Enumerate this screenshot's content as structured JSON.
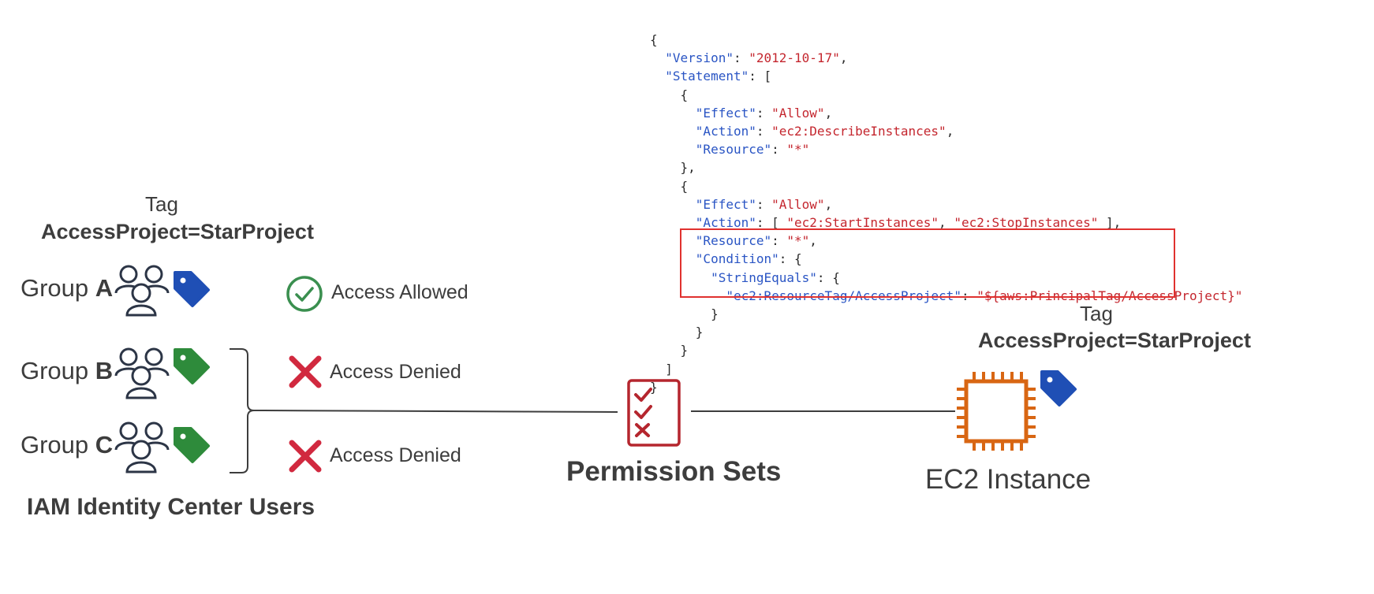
{
  "users_tag": {
    "title": "Tag",
    "value": "AccessProject=StarProject"
  },
  "instance_tag": {
    "title": "Tag",
    "value": "AccessProject=StarProject"
  },
  "groups": [
    {
      "prefix": "Group ",
      "letter": "A",
      "tag_color": "#1f4fb5",
      "status": "Access Allowed",
      "status_icon": "check-circle-icon"
    },
    {
      "prefix": "Group ",
      "letter": "B",
      "tag_color": "#2e8b3b",
      "status": "Access Denied",
      "status_icon": "cross-icon"
    },
    {
      "prefix": "Group ",
      "letter": "C",
      "tag_color": "#2e8b3b",
      "status": "Access Denied",
      "status_icon": "cross-icon"
    }
  ],
  "users_label": "IAM Identity Center Users",
  "permission_sets_label": "Permission Sets",
  "ec2_label": "EC2 Instance",
  "policy": {
    "open_brace": "{",
    "version_key": "\"Version\"",
    "version_value": "\"2012-10-17\"",
    "statement_key": "\"Statement\"",
    "s1_effect_key": "\"Effect\"",
    "s1_effect_value": "\"Allow\"",
    "s1_action_key": "\"Action\"",
    "s1_action_value": "\"ec2:DescribeInstances\"",
    "s1_resource_key": "\"Resource\"",
    "s1_resource_value": "\"*\"",
    "s2_effect_key": "\"Effect\"",
    "s2_effect_value": "\"Allow\"",
    "s2_action_key": "\"Action\"",
    "s2_action_value_1": "\"ec2:StartInstances\"",
    "s2_action_value_2": "\"ec2:StopInstances\"",
    "s2_resource_key": "\"Resource\"",
    "s2_resource_value": "\"*\"",
    "condition_key": "\"Condition\"",
    "string_equals_key": "\"StringEquals\"",
    "resource_tag_key": "\"ec2:ResourceTag/AccessProject\"",
    "principal_tag_value": "\"${aws:PrincipalTag/AccessProject}\""
  },
  "colors": {
    "allowed_green": "#3a8f4f",
    "denied_red": "#d1293f",
    "permission_red": "#b5262e",
    "ec2_orange": "#d86613",
    "condition_box": "#e0312f",
    "group_blue_tag": "#1f4fb5",
    "group_green_tag": "#2e8b3b"
  }
}
